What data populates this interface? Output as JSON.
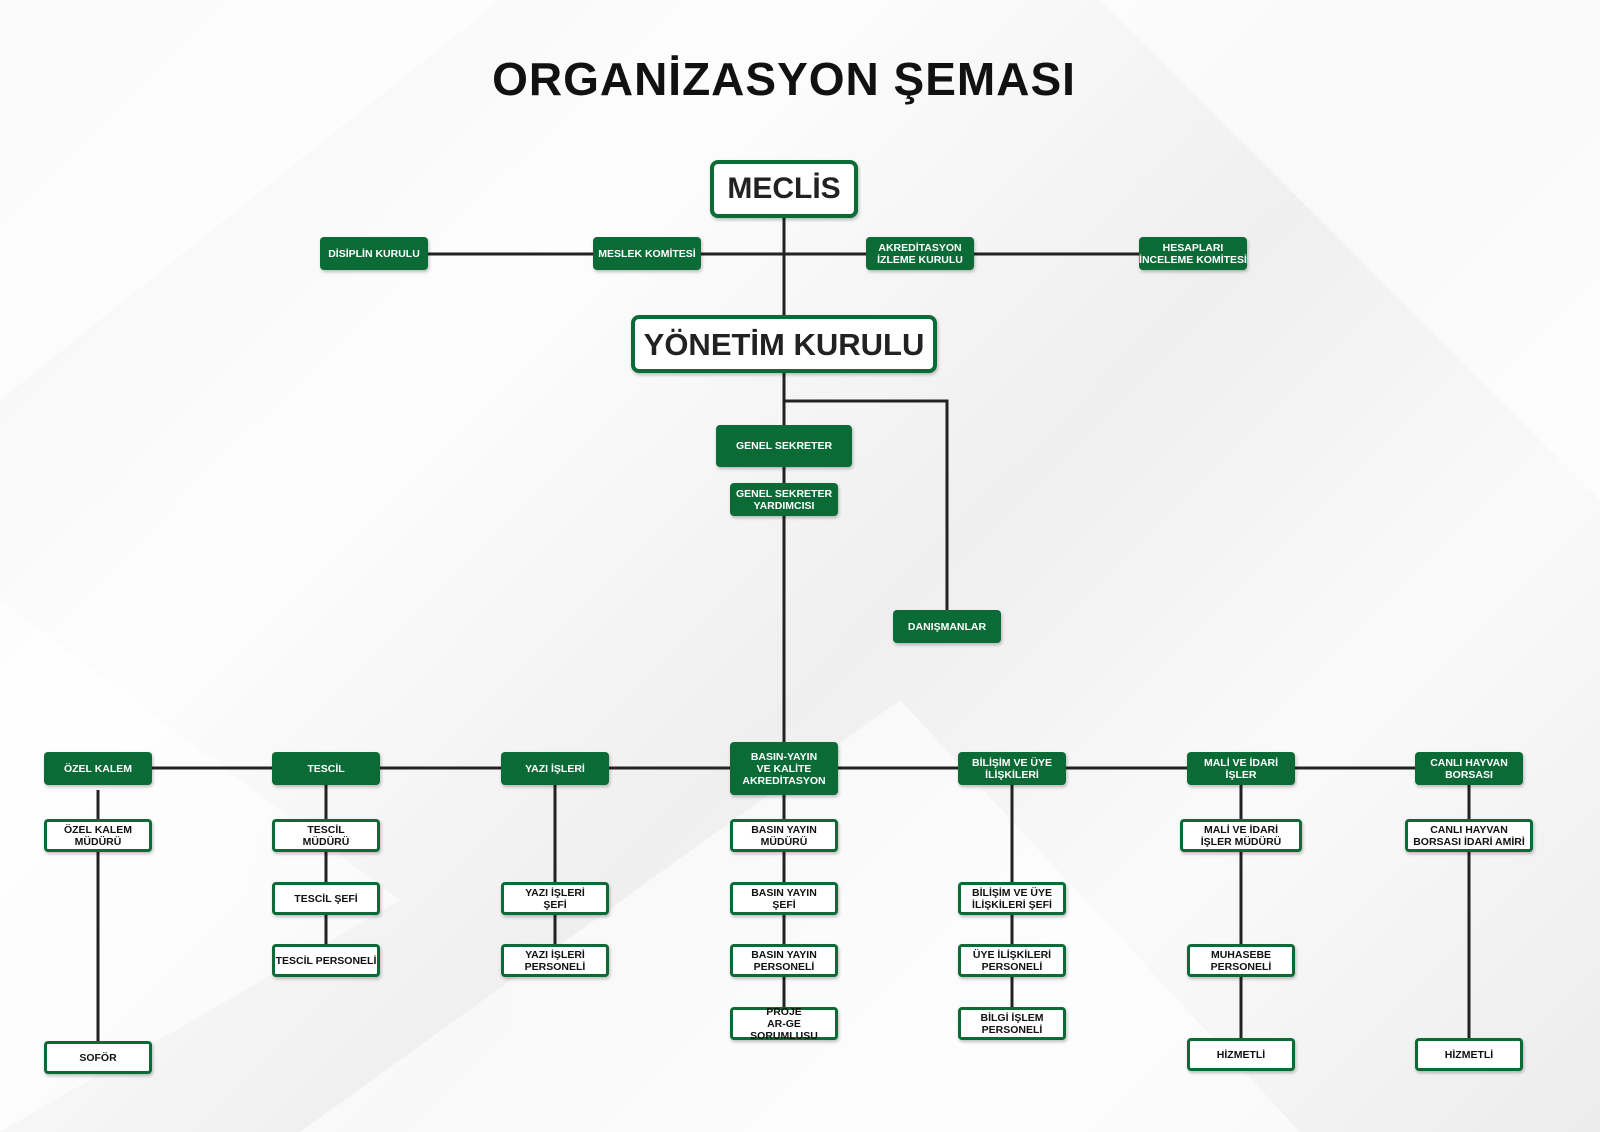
{
  "title": "ORGANİZASYON ŞEMASI",
  "colors": {
    "primary": "#0b6b37",
    "line": "#222222"
  },
  "top": {
    "meclis": "MECLİS",
    "yonetim": "YÖNETİM KURULU"
  },
  "committees": [
    "DİSİPLİN KURULU",
    "MESLEK KOMİTESİ",
    "AKREDİTASYON\nİZLEME KURULU",
    "HESAPLARI\nİNCELEME KOMİTESİ"
  ],
  "secretariat": {
    "genel_sekreter": "GENEL SEKRETER",
    "yardimcisi": "GENEL SEKRETER\nYARDIMCISI",
    "danismanlar": "DANIŞMANLAR"
  },
  "departments": [
    {
      "head": "ÖZEL KALEM",
      "children": [
        "ÖZEL KALEM\nMÜDÜRÜ",
        "SOFÖR"
      ]
    },
    {
      "head": "TESCİL",
      "children": [
        "TESCİL\nMÜDÜRÜ",
        "TESCİL ŞEFİ",
        "TESCİL PERSONELİ"
      ]
    },
    {
      "head": "YAZI İŞLERİ",
      "children": [
        "YAZI İŞLERİ\nŞEFİ",
        "YAZI İŞLERİ\nPERSONELİ"
      ]
    },
    {
      "head": "BASIN-YAYIN\nVE KALİTE\nAKREDİTASYON",
      "children": [
        "BASIN YAYIN\nMÜDÜRÜ",
        "BASIN YAYIN\nŞEFİ",
        "BASIN YAYIN\nPERSONELİ",
        "PROJE\nAR-GE SORUMLUSU"
      ]
    },
    {
      "head": "BİLİŞİM VE ÜYE\nİLİŞKİLERİ",
      "children": [
        "BİLİŞİM VE ÜYE\nİLİŞKİLERİ ŞEFİ",
        "ÜYE İLİŞKİLERİ\nPERSONELİ",
        "BİLGİ İŞLEM\nPERSONELİ"
      ]
    },
    {
      "head": "MALİ VE İDARİ\nİŞLER",
      "children": [
        "MALİ VE İDARİ\nİŞLER MÜDÜRÜ",
        "MUHASEBE\nPERSONELİ",
        "HİZMETLİ"
      ]
    },
    {
      "head": "CANLI HAYVAN\nBORSASI",
      "children": [
        "CANLI HAYVAN\nBORSASI İDARİ AMİRİ",
        "HİZMETLİ"
      ]
    }
  ]
}
